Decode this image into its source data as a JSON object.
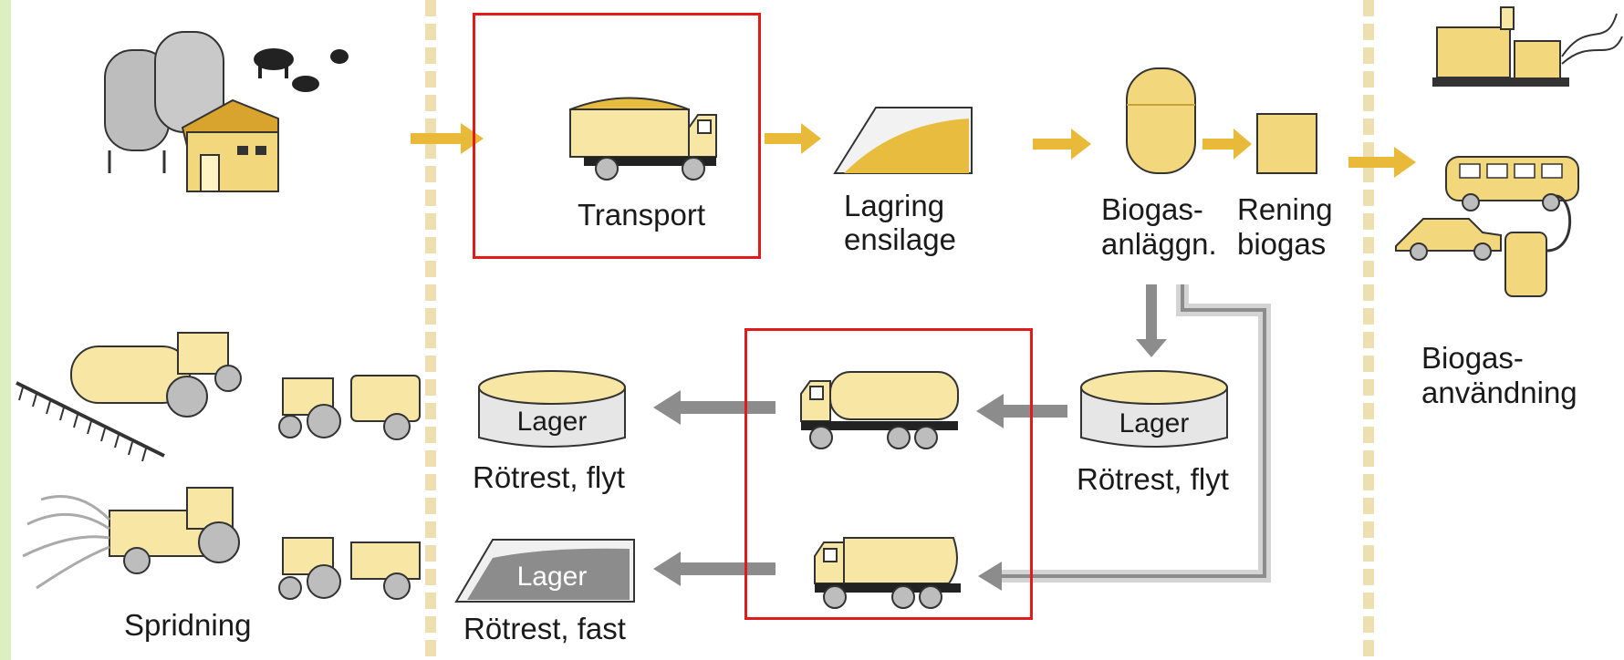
{
  "labels": {
    "transport": "Transport",
    "lagring_line1": "Lagring",
    "lagring_line2": "ensilage",
    "biogas_anl_line1": "Biogas-",
    "biogas_anl_line2": "anläggn.",
    "rening_line1": "Rening",
    "rening_line2": "biogas",
    "biogas_anv_line1": "Biogas-",
    "biogas_anv_line2": "användning",
    "lager": "Lager",
    "rotrest_flyt": "Rötrest, flyt",
    "rotrest_fast": "Rötrest, fast",
    "spridning": "Spridning"
  },
  "colors": {
    "cream": "#f8e6a4",
    "gold": "#e8bd3f",
    "arrow_yellow": "#e9b93a",
    "arrow_gray": "#8c8c8c",
    "highlight_red": "#e11a1a",
    "divider": "#eedfb0"
  }
}
